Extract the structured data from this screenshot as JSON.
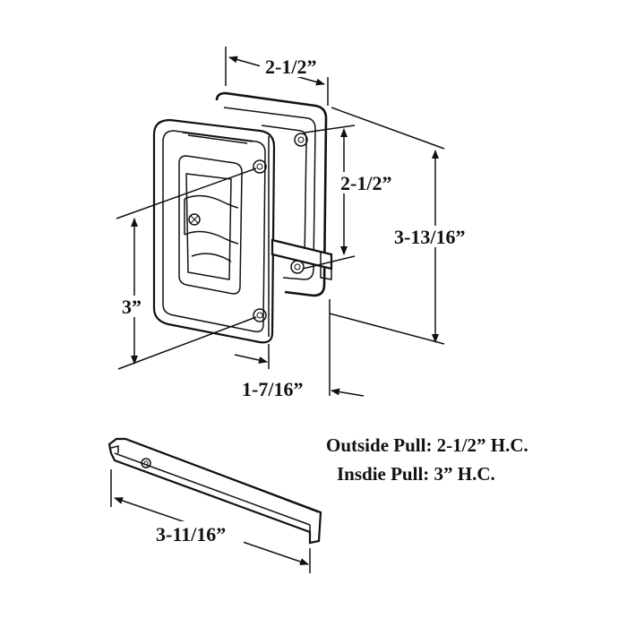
{
  "dimensions": {
    "top_width": "2-1/2”",
    "outside_hole_center": "2-1/2”",
    "overall_height": "3-13/16”",
    "inside_hole_center": "3”",
    "depth": "1-7/16”",
    "bar_length": "3-11/16”"
  },
  "notes": {
    "outside_pull": "Outside Pull: 2-1/2” H.C.",
    "inside_pull": "Insdie Pull: 3” H.C."
  },
  "colors": {
    "ink": "#111111",
    "background": "#ffffff"
  }
}
